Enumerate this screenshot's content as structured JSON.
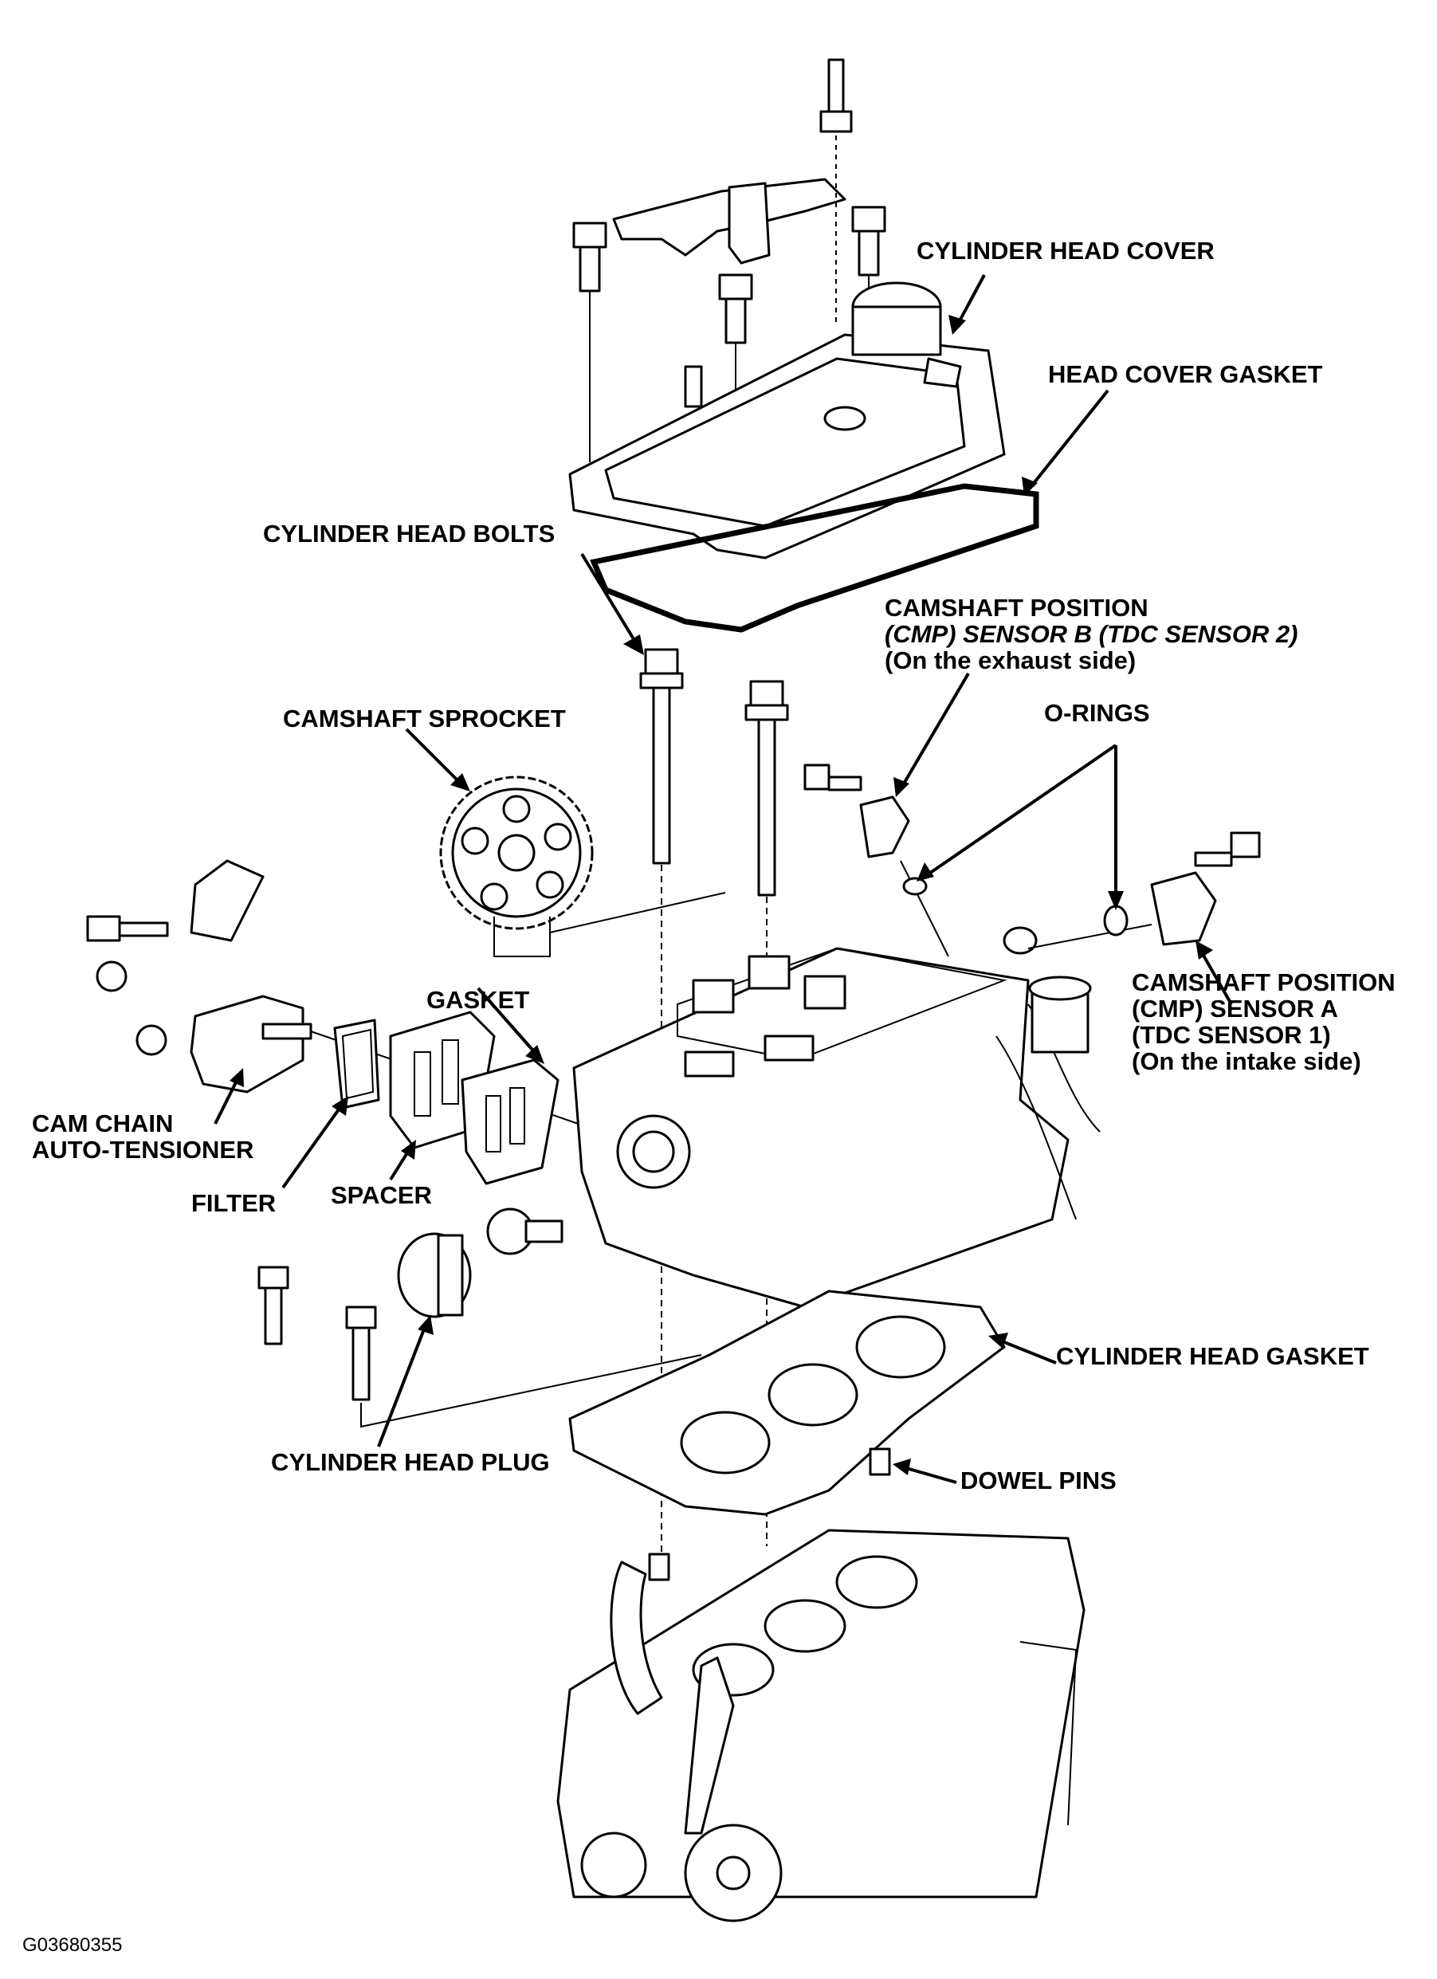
{
  "labels": {
    "cylinder_head_cover": "CYLINDER HEAD COVER",
    "head_cover_gasket": "HEAD COVER GASKET",
    "cylinder_head_bolts": "CYLINDER HEAD BOLTS",
    "cmp_sensor_b": {
      "line1": "CAMSHAFT POSITION",
      "line2": "(CMP) SENSOR B (TDC SENSOR 2)",
      "line3": "(On the exhaust side)"
    },
    "camshaft_sprocket": "CAMSHAFT SPROCKET",
    "o_rings": "O-RINGS",
    "gasket": "GASKET",
    "cmp_sensor_a": {
      "line1": "CAMSHAFT POSITION",
      "line2": "(CMP) SENSOR A",
      "line3": "(TDC SENSOR 1)",
      "line4": "(On the intake side)"
    },
    "cam_chain_auto_tensioner": {
      "line1": "CAM CHAIN",
      "line2": "AUTO-TENSIONER"
    },
    "filter": "FILTER",
    "spacer": "SPACER",
    "cylinder_head_gasket": "CYLINDER HEAD GASKET",
    "cylinder_head_plug": "CYLINDER HEAD PLUG",
    "dowel_pins": "DOWEL PINS"
  },
  "figure_id": "G03680355"
}
